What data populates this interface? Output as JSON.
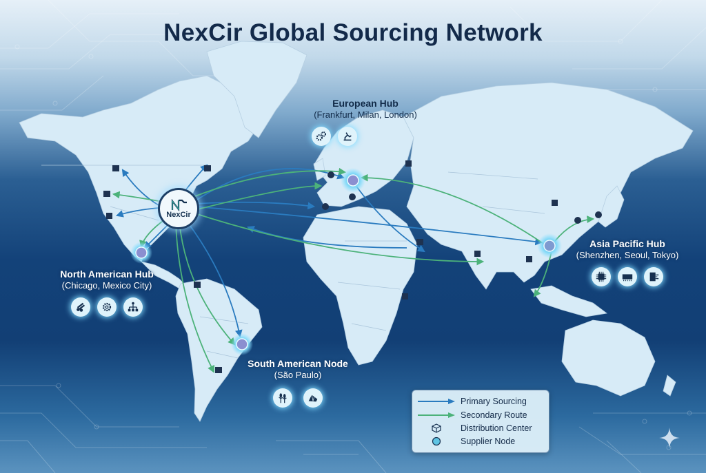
{
  "title": "NexCir Global Sourcing Network",
  "center": {
    "logo_text": "NexCir",
    "location": "North America (US East)"
  },
  "hubs": [
    {
      "id": "europe",
      "name": "European Hub",
      "cities": "(Frankfurt, Milan, London)",
      "icons": [
        "gears-icon",
        "robotic-arm-icon"
      ]
    },
    {
      "id": "north-america",
      "name": "North American Hub",
      "cities": "(Chicago, Mexico City)",
      "icons": [
        "logs-timber-icon",
        "gear-icon",
        "org-chart-icon"
      ]
    },
    {
      "id": "asia-pacific",
      "name": "Asia Pacific Hub",
      "cities": "(Shenzhen, Seoul, Tokyo)",
      "icons": [
        "microchip-icon",
        "memory-module-icon",
        "circuit-board-icon"
      ]
    },
    {
      "id": "south-america",
      "name": "South American Node",
      "cities": "(São Paulo)",
      "icons": [
        "wheat-crops-icon",
        "ore-mineral-icon"
      ]
    }
  ],
  "legend": {
    "items": [
      {
        "symbol": "blue-arrow",
        "label": "Primary Sourcing",
        "color": "#2a7bbf"
      },
      {
        "symbol": "green-arrow",
        "label": "Secondary Route",
        "color": "#4cb27a"
      },
      {
        "symbol": "box-icon",
        "label": "Distribution Center"
      },
      {
        "symbol": "supplier-dot",
        "label": "Supplier Node",
        "color": "#5ec4e3"
      }
    ]
  },
  "colors": {
    "primary_route": "#2a7bbf",
    "secondary_route": "#4cb27a",
    "land": "#d7ebf7",
    "ocean_dark": "#123f75",
    "title_text": "#132a4a",
    "node_glow": "#8fe0ff"
  }
}
